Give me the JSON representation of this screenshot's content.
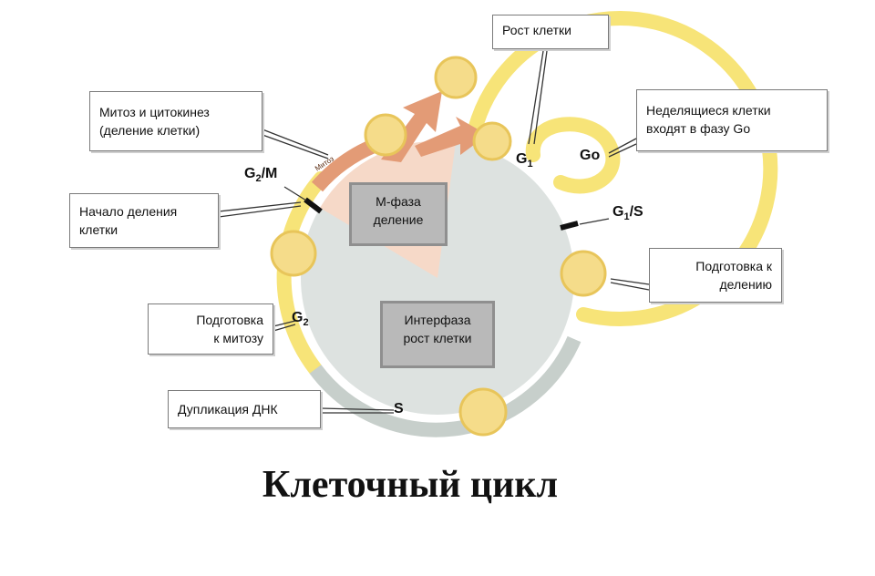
{
  "title": "Клеточный цикл",
  "phases": {
    "m_phase": {
      "line1": "М-фаза",
      "line2": "деление"
    },
    "interphase": {
      "line1": "Интерфаза",
      "line2": "рост клетки"
    }
  },
  "markers": {
    "g1": {
      "base": "G",
      "sub": "1",
      "rest": ""
    },
    "g0": {
      "text": "Go"
    },
    "g1s": {
      "base": "G",
      "sub": "1",
      "rest": "/S"
    },
    "g2": {
      "base": "G",
      "sub": "2",
      "rest": ""
    },
    "g2m": {
      "base": "G",
      "sub": "2",
      "rest": "/M"
    },
    "s": {
      "text": "S"
    },
    "mitosis_arc": {
      "text": "Митоз"
    }
  },
  "labels": {
    "cell_growth": {
      "line1": "Рост клетки"
    },
    "non_dividing": {
      "line1": "Неделящиеся клетки",
      "line2": "входят в фазу Go"
    },
    "mitosis_cytokinesis": {
      "line1": "Митоз и цитокинез",
      "line2": "(деление клетки)"
    },
    "division_start": {
      "line1": "Начало деления",
      "line2": "клетки"
    },
    "prep_division": {
      "line1": "Подготовка к",
      "line2": "делению"
    },
    "prep_mitosis": {
      "line1": "Подготовка",
      "line2": "к митозу"
    },
    "dna_duplication": {
      "line1": "Дупликация ДНК"
    }
  },
  "colors": {
    "g_phase_ring": "#f7e478",
    "s_phase_ring": "#c7cfcb",
    "circle_fill": "#dde2e0",
    "m_wedge": "#f6d9c8",
    "m_arrow": "#e39b76",
    "checkpoint": "#111111",
    "cell_fill": "#f5dc8a",
    "cell_edge": "#e8c55a"
  }
}
